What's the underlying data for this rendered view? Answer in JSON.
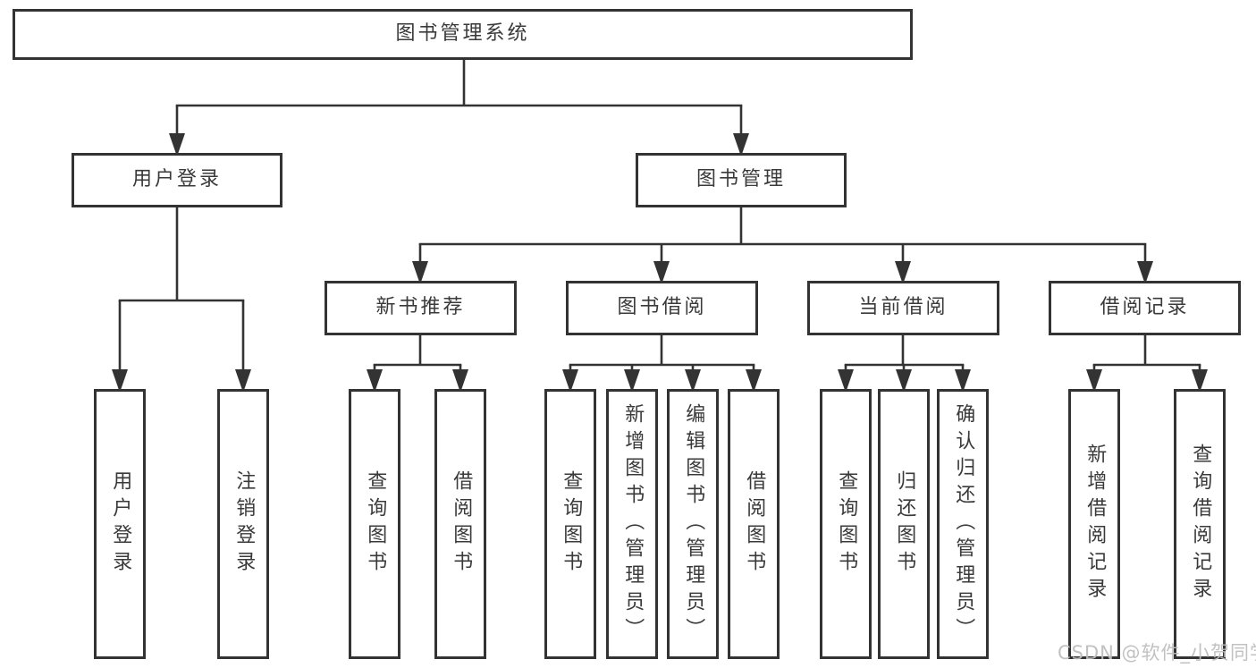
{
  "tree": {
    "root": {
      "label": "图书管理系统"
    },
    "children": [
      {
        "label": "用户登录",
        "children": [
          {
            "label": "用户登录"
          },
          {
            "label": "注销登录"
          }
        ]
      },
      {
        "label": "图书管理",
        "children": [
          {
            "label": "新书推荐",
            "children": [
              {
                "label": "查询图书"
              },
              {
                "label": "借阅图书"
              }
            ]
          },
          {
            "label": "图书借阅",
            "children": [
              {
                "label": "查询图书"
              },
              {
                "label": "新增图书（管理员）"
              },
              {
                "label": "编辑图书（管理员）"
              },
              {
                "label": "借阅图书"
              }
            ]
          },
          {
            "label": "当前借阅",
            "children": [
              {
                "label": "查询图书"
              },
              {
                "label": "归还图书"
              },
              {
                "label": "确认归还（管理员）"
              }
            ]
          },
          {
            "label": "借阅记录",
            "children": [
              {
                "label": "新增借阅记录"
              },
              {
                "label": "查询借阅记录"
              }
            ]
          }
        ]
      }
    ]
  },
  "colors": {
    "line": "#333333",
    "text": "#3a3a3a",
    "watermark": "#bebebe"
  },
  "watermark": "CSDN @软件_小贺同学"
}
